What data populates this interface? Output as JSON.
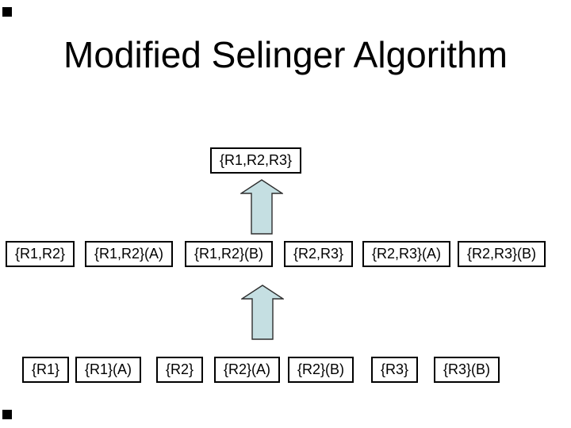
{
  "slide": {
    "title": "Modified Selinger Algorithm"
  },
  "colors": {
    "background": "#ffffff",
    "text": "#000000",
    "box_border": "#000000",
    "arrow_fill": "#c5dfe2",
    "arrow_outline": "#2e2e2e",
    "corner_mark": "#000000"
  },
  "diagram": {
    "top": {
      "label": "{R1,R2,R3}"
    },
    "middle": [
      {
        "label": "{R1,R2}"
      },
      {
        "label": "{R1,R2}(A)"
      },
      {
        "label": "{R1,R2}(B)"
      },
      {
        "label": "{R2,R3}"
      },
      {
        "label": "{R2,R3}(A)"
      },
      {
        "label": "{R2,R3}(B)"
      }
    ],
    "bottom": [
      {
        "label": "{R1}"
      },
      {
        "label": "{R1}(A)"
      },
      {
        "label": "{R2}"
      },
      {
        "label": "{R2}(A)"
      },
      {
        "label": "{R2}(B)"
      },
      {
        "label": "{R3}"
      },
      {
        "label": "{R3}(B)"
      }
    ],
    "arrows": [
      {
        "name": "up-arrow-1",
        "direction": "up"
      },
      {
        "name": "up-arrow-2",
        "direction": "up"
      }
    ],
    "corner_marks": [
      "top-left",
      "bottom-left"
    ]
  }
}
